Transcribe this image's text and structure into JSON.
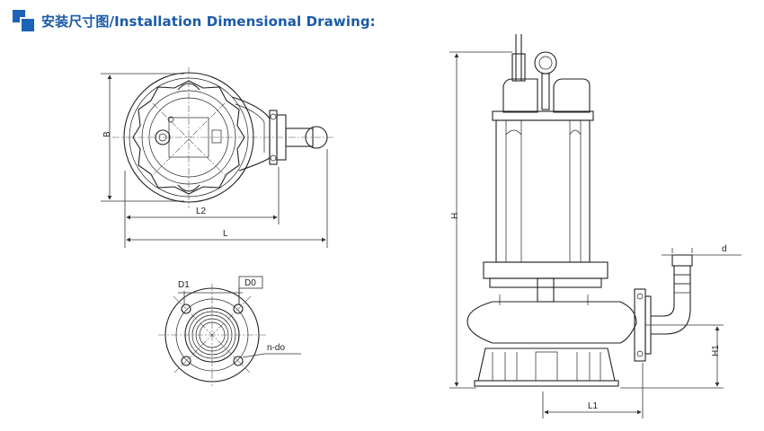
{
  "header": {
    "title": "安装尺寸图/Installation Dimensional Drawing:"
  },
  "top_view": {
    "dim_B": "B",
    "dim_L2": "L2",
    "dim_L": "L"
  },
  "flange_view": {
    "dim_D1": "D1",
    "dim_D0": "D0",
    "dim_ndo": "n-do"
  },
  "side_view": {
    "dim_H": "H",
    "dim_d": "d",
    "dim_H1": "H1",
    "dim_L1": "L1"
  }
}
